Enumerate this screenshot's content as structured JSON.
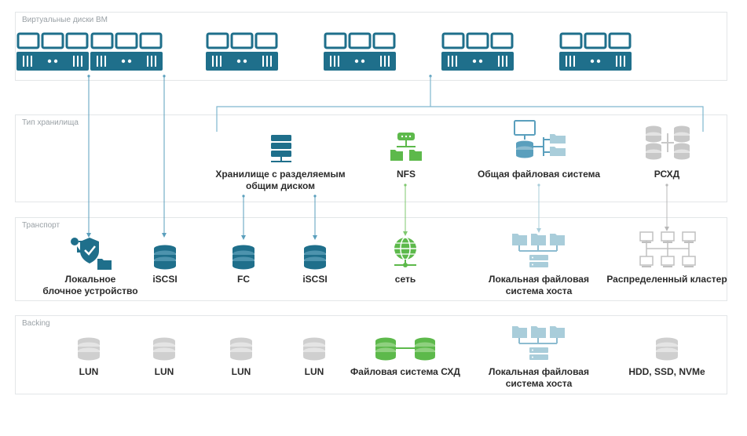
{
  "colors": {
    "teal": "#1f6f8b",
    "green": "#5db94b",
    "light_blue": "#a9cdda",
    "grey": "#cfcfcf",
    "line_blue": "#5a9fbd",
    "line_green": "#7fc86f",
    "line_grey": "#b8b8b8"
  },
  "panels": {
    "vm_disks": "Виртуальные диски ВМ",
    "storage_type": "Тип хранилища",
    "transport": "Транспорт",
    "backing": "Backing"
  },
  "vm_disks": [
    {
      "icon": "server-icon"
    },
    {
      "icon": "server-icon"
    },
    {
      "icon": "server-icon"
    },
    {
      "icon": "server-icon"
    },
    {
      "icon": "server-icon"
    },
    {
      "icon": "server-icon"
    }
  ],
  "storage_types": [
    {
      "label": "Хранилище с разделяемым\nобщим диском",
      "icon": "shared-storage-icon"
    },
    {
      "label": "NFS",
      "icon": "nfs-icon"
    },
    {
      "label": "Общая файловая система",
      "icon": "shared-filesystem-icon"
    },
    {
      "label": "РСХД",
      "icon": "distributed-storage-icon"
    }
  ],
  "transports": [
    {
      "label": "Локальное\nблочное устройство",
      "icon": "secure-block-device-icon"
    },
    {
      "label": "iSCSI",
      "icon": "database-icon"
    },
    {
      "label": "FC",
      "icon": "database-icon"
    },
    {
      "label": "iSCSI",
      "icon": "database-icon"
    },
    {
      "label": "сеть",
      "icon": "network-globe-icon"
    },
    {
      "label": "Локальная файловая\nсистема хоста",
      "icon": "host-filesystem-icon"
    },
    {
      "label": "Распределенный кластер",
      "icon": "cluster-icon"
    }
  ],
  "backings": [
    {
      "label": "LUN",
      "icon": "database-icon"
    },
    {
      "label": "LUN",
      "icon": "database-icon"
    },
    {
      "label": "LUN",
      "icon": "database-icon"
    },
    {
      "label": "LUN",
      "icon": "database-icon"
    },
    {
      "label": "Файловая система СХД",
      "icon": "storage-filesystem-icon"
    },
    {
      "label": "Локальная файловая\nсистема хоста",
      "icon": "host-filesystem-icon"
    },
    {
      "label": "HDD, SSD, NVMe",
      "icon": "drive-icon"
    }
  ]
}
